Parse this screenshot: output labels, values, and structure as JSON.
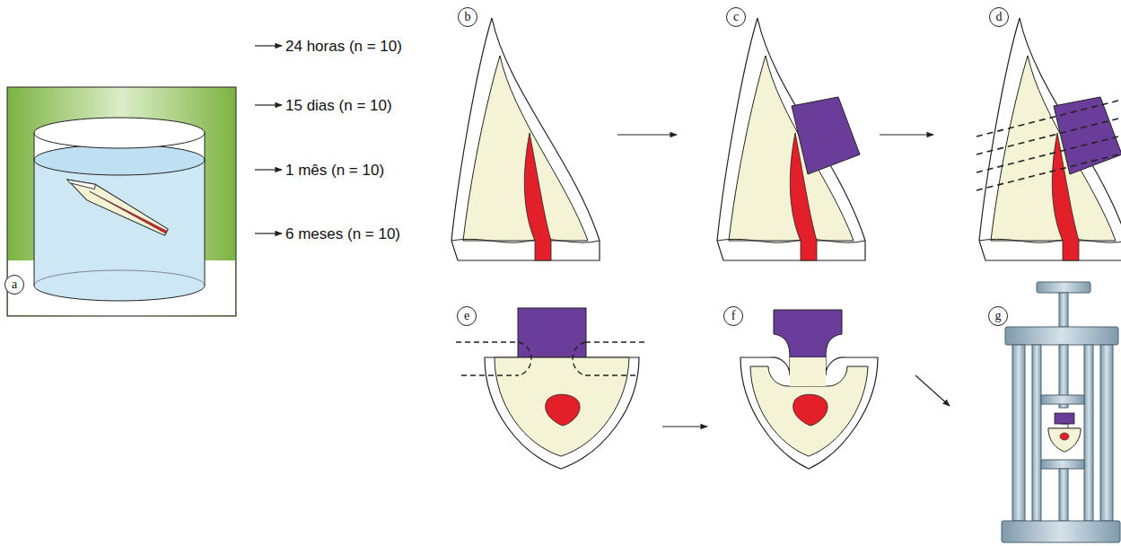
{
  "diagram": {
    "nodes": [
      {
        "text": [
          "a"
        ]
      },
      {
        "text": [
          "b"
        ]
      },
      {
        "text": [
          "c"
        ]
      },
      {
        "text": [
          "d"
        ]
      },
      {
        "text": [
          "e"
        ]
      },
      {
        "text": [
          "f"
        ]
      },
      {
        "text": [
          "g"
        ]
      }
    ],
    "labels": [
      "24 horas (n = 10)",
      "15 dias (n = 10)",
      "1 mês (n = 10)",
      "6 meses (n = 10)"
    ]
  }
}
